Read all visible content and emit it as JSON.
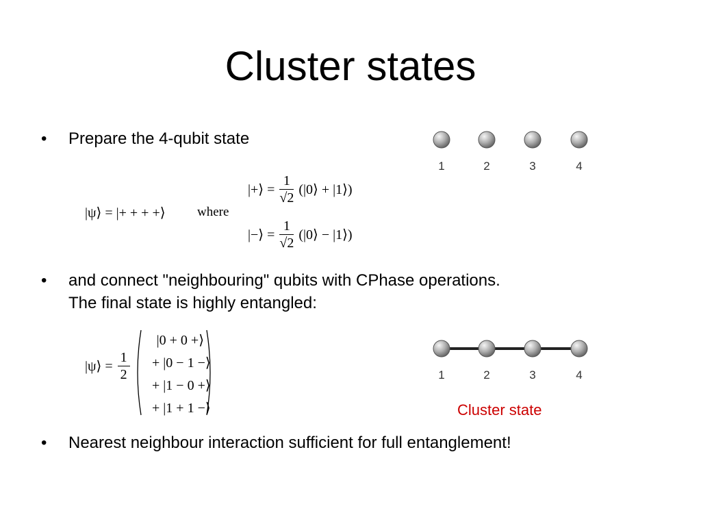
{
  "slide": {
    "title": "Cluster states",
    "bullets": [
      "Prepare the 4-qubit state",
      "and connect \"neighbouring\" qubits with CPhase operations.",
      "The final state is highly entangled:",
      "Nearest neighbour interaction sufficient for full entanglement!"
    ],
    "bullet_symbol": "•",
    "where_label": "where",
    "eq_psi_lhs": "|ψ⟩ = |+ + + +⟩",
    "eq_plus_lhs": "|+⟩ =",
    "eq_plus_rhs": "(|0⟩ + |1⟩)",
    "eq_minus_lhs": "|−⟩ =",
    "eq_minus_rhs": "(|0⟩ − |1⟩)",
    "frac_one": "1",
    "frac_sqrt2": "√2",
    "frac_two": "2",
    "eq_cluster_lhs": "|ψ⟩ =",
    "cluster_terms": [
      "|0 + 0 +⟩",
      "+ |0 − 1 −⟩",
      "+ |1 − 0 +⟩",
      "+ |1 + 1 −⟩"
    ],
    "qubit_labels": [
      "1",
      "2",
      "3",
      "4"
    ],
    "cluster_caption": "Cluster state",
    "caption_color": "#cc0000"
  }
}
